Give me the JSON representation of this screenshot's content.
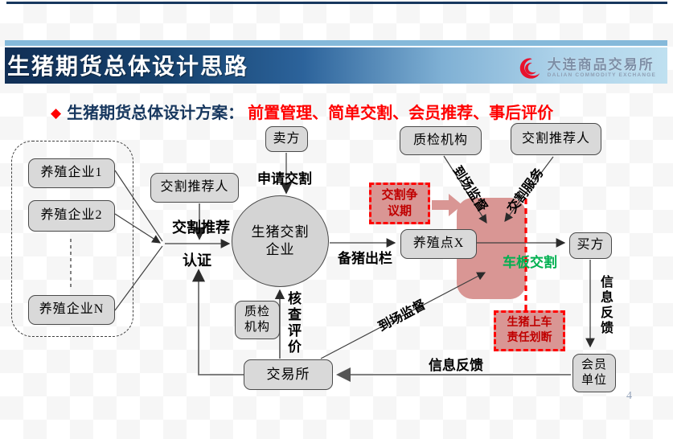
{
  "page_number": "4",
  "header": {
    "title": "生猪期货总体设计思路",
    "logo_cn": "大连商品交易所",
    "logo_en": "DALIAN COMMODITY EXCHANGE"
  },
  "headline": {
    "bullet": "◆",
    "label": "生猪期货总体设计方案：",
    "value": "前置管理、简单交割、会员推荐、事后评价"
  },
  "nodes": {
    "farm1": "养殖企业1",
    "farm2": "养殖企业2",
    "farmN": "养殖企业N",
    "recommender_left": "交割推荐人",
    "seller": "卖方",
    "qc_top": "质检机构",
    "recommender_right": "交割推荐人",
    "delivery_enterprise": "生猪交割\n企业",
    "farm_x": "养殖点X",
    "buyer": "买方",
    "qc_bottom": "质检\n机构",
    "exchange": "交易所",
    "member": "会员\n单位",
    "dispute_period": "交割争\n议期",
    "responsibility": "生猪上车\n责任划断"
  },
  "edge_labels": {
    "apply_delivery": "申请交割",
    "delivery_recommend": "交割推荐",
    "certification": "认证",
    "prepare_pigs": "备猪出栏",
    "audit_evaluate": "核查评价",
    "onsite_supervise_top": "到场监督",
    "delivery_service": "交割服务",
    "onsite_supervise_bottom": "到场监督",
    "info_feedback_horizontal": "信息反馈",
    "info_feedback_vertical": "信息反馈",
    "vehicle_board_delivery": "车板交割"
  },
  "colors": {
    "accent_red": "#ff0000",
    "navy": "#17375e",
    "green": "#00b050",
    "pink": "#d99694",
    "box_fill": "#d9d9d9"
  }
}
